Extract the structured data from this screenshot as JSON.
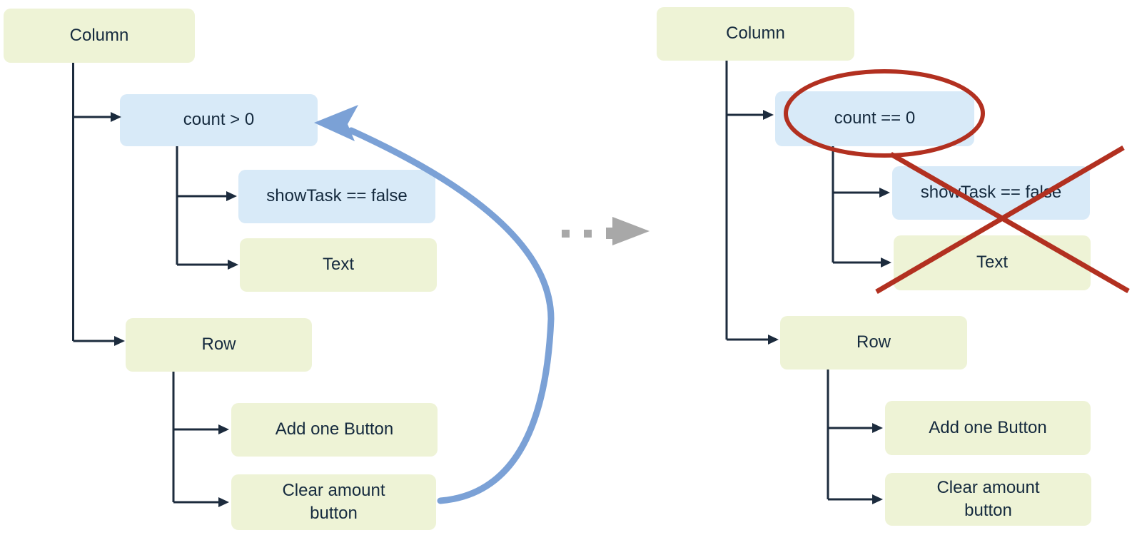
{
  "colors": {
    "node_green": "#eef3d6",
    "node_blue": "#d8eaf8",
    "node_text": "#152a3e",
    "connector": "#1c2b3d",
    "loop_arrow_blue": "#7ba1d6",
    "annotation_red": "#b23020",
    "transition_gray": "#a8a8a8"
  },
  "left_tree": {
    "root": "Column",
    "condition": "count > 0",
    "condition_child_1": "showTask == false",
    "condition_child_2": "Text",
    "row": "Row",
    "row_child_1": "Add one Button",
    "row_child_2": "Clear amount button"
  },
  "right_tree": {
    "root": "Column",
    "condition": "count == 0",
    "condition_child_1": "showTask == false",
    "condition_child_2": "Text",
    "row": "Row",
    "row_child_1": "Add one Button",
    "row_child_2": "Clear amount button"
  }
}
